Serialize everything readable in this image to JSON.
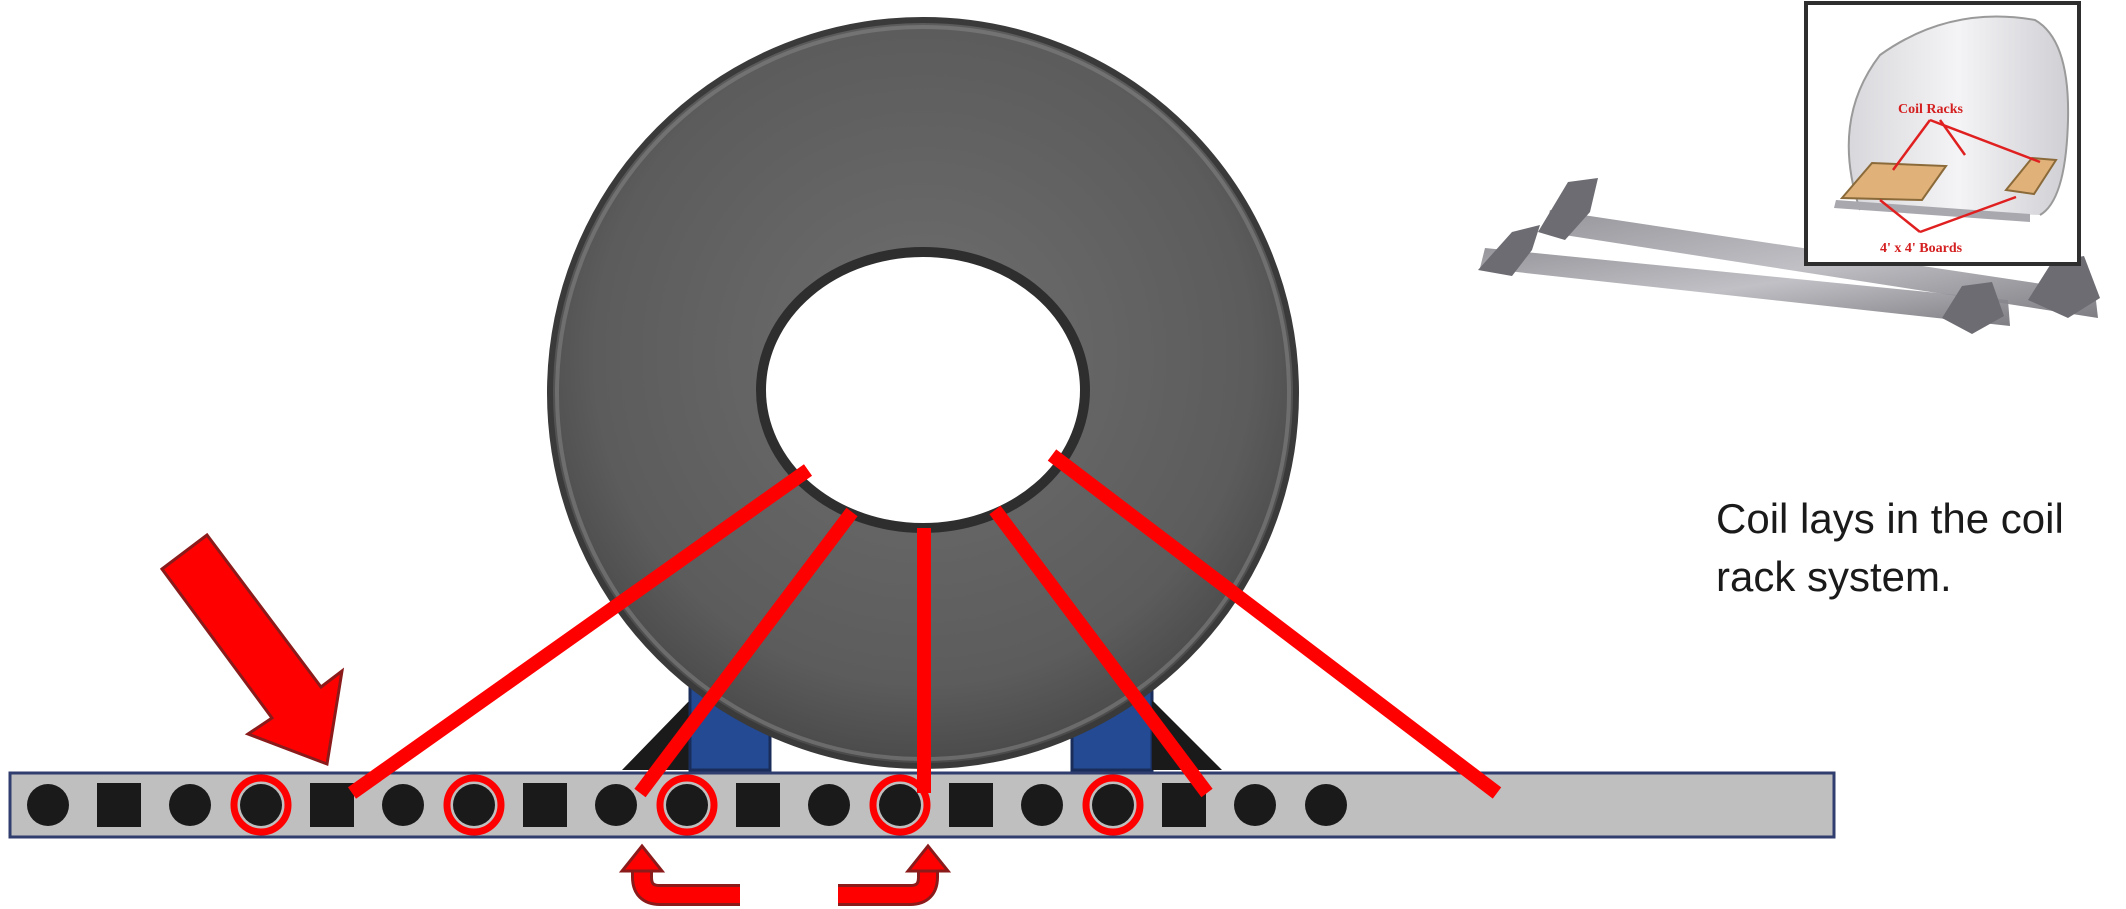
{
  "caption": {
    "line1": "Coil lays in the coil",
    "line2": "rack system."
  },
  "inset": {
    "label_racks": "Coil Racks",
    "label_boards": "4' x 4' Boards"
  },
  "colors": {
    "coil": "#5a5a5a",
    "coil_edge": "#3a3a3a",
    "rail": "#bfbfbf",
    "rail_border": "#2f3e6e",
    "support": "#234a93",
    "hole": "#1a1a1a",
    "highlight": "#ff0000",
    "board": "#e0b27a"
  },
  "rail_holes": {
    "pattern": [
      "circle",
      "square",
      "circle",
      "circle",
      "square",
      "circle",
      "circle",
      "square",
      "circle",
      "circle",
      "square",
      "circle",
      "circle",
      "square",
      "circle",
      "circle",
      "square",
      "circle",
      "circle"
    ],
    "highlighted": [
      3,
      6,
      9,
      12,
      15
    ]
  }
}
